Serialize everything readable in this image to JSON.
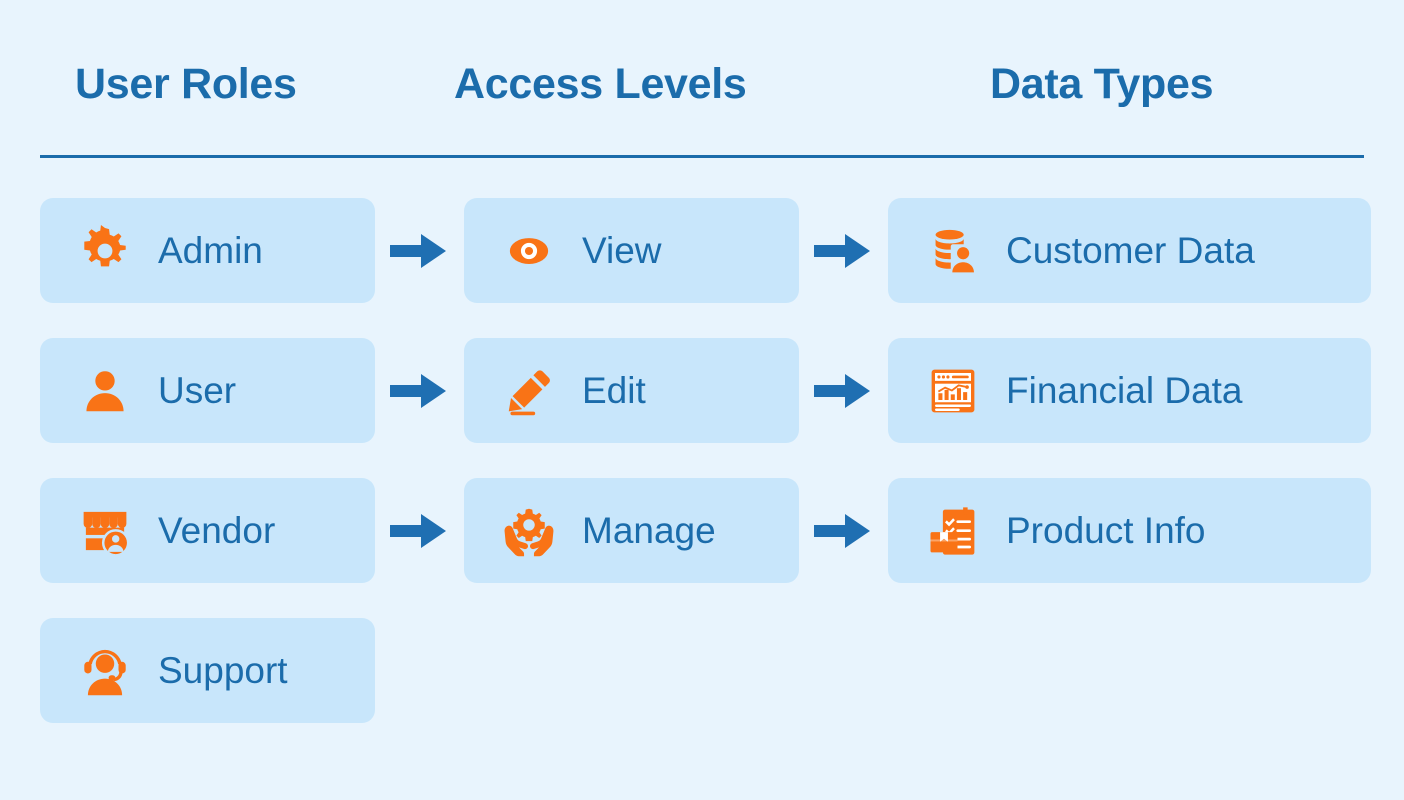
{
  "colors": {
    "page_background": "#e8f4fd",
    "card_background": "#c8e6fb",
    "accent_blue": "#1b6cab",
    "arrow_blue": "#1f6fb2",
    "icon_orange": "#f97316"
  },
  "headers": [
    {
      "label": "User Roles"
    },
    {
      "label": "Access Levels"
    },
    {
      "label": "Data Types"
    }
  ],
  "rows": [
    {
      "user_role": {
        "label": "Admin",
        "icon": "gear-icon"
      },
      "access_level": {
        "label": "View",
        "icon": "eye-icon"
      },
      "data_type": {
        "label": "Customer Data",
        "icon": "database-user-icon"
      },
      "arrow1": "arrow-right-icon",
      "arrow2": "arrow-right-icon"
    },
    {
      "user_role": {
        "label": "User",
        "icon": "person-icon"
      },
      "access_level": {
        "label": "Edit",
        "icon": "pencil-icon"
      },
      "data_type": {
        "label": "Financial Data",
        "icon": "chart-window-icon"
      },
      "arrow1": "arrow-right-icon",
      "arrow2": "arrow-right-icon"
    },
    {
      "user_role": {
        "label": "Vendor",
        "icon": "storefront-user-icon"
      },
      "access_level": {
        "label": "Manage",
        "icon": "hands-gear-icon"
      },
      "data_type": {
        "label": "Product Info",
        "icon": "clipboard-box-icon"
      },
      "arrow1": "arrow-right-icon",
      "arrow2": "arrow-right-icon"
    },
    {
      "user_role": {
        "label": "Support",
        "icon": "headset-person-icon"
      },
      "access_level": null,
      "data_type": null,
      "arrow1": null,
      "arrow2": null
    }
  ]
}
